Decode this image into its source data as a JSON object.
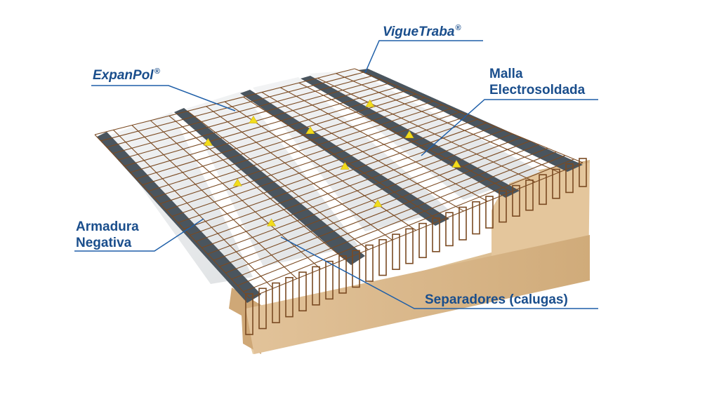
{
  "labels": {
    "viguetraba": {
      "text": "VigueTraba",
      "mark": "®"
    },
    "expanpol": {
      "text": "ExpanPol",
      "mark": "®"
    },
    "malla": {
      "line1": "Malla",
      "line2": "Electrosoldada"
    },
    "armadura": {
      "line1": "Armadura",
      "line2": "Negativa"
    },
    "separadores": {
      "text": "Separadores (calugas)"
    }
  },
  "colors": {
    "label_text": "#1a4e8c",
    "leader_line": "#1f5fa8",
    "wood": "#d9b98c",
    "wood_dark": "#c39b69",
    "foam": "#eceeef",
    "beam": "#4a555e",
    "rebar": "#7a4a22",
    "spacer": "#f2dc1c"
  }
}
